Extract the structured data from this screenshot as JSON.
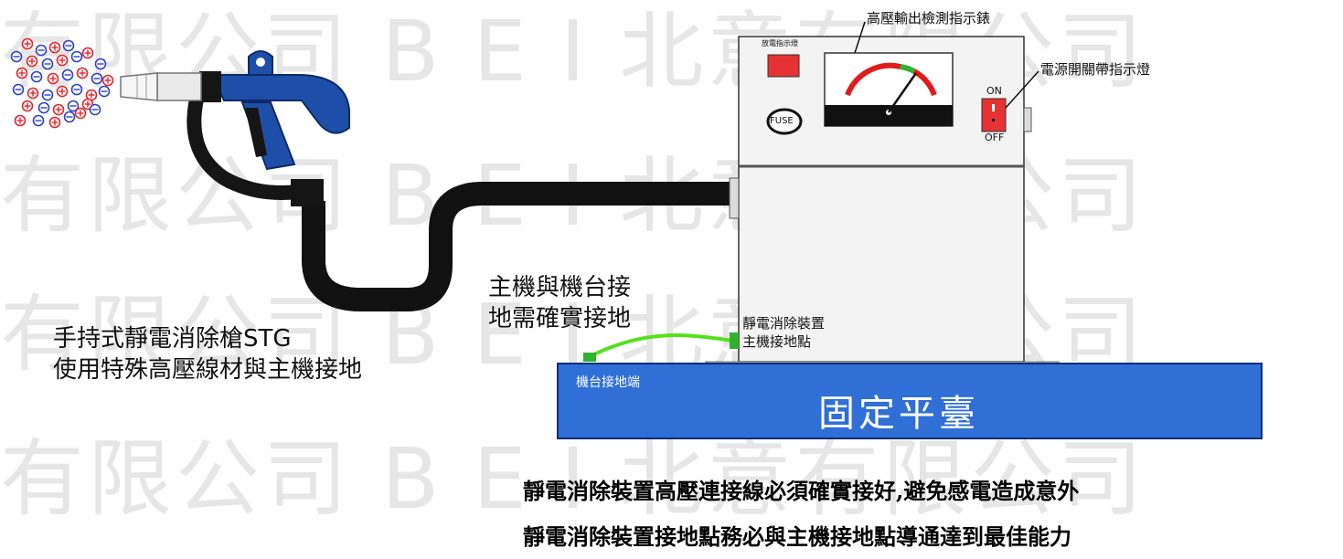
{
  "watermark": {
    "row1": "有限公司 B E I 北意有限公司",
    "row2": "有限公司 B E I 北意有限公司",
    "row3": "有限公司 B E I 北意有限公司",
    "row4": "有限公司 B E I 北意有限公司"
  },
  "labels": {
    "meter_callout": "高壓輸出檢測指示錶",
    "power_switch_callout": "電源開關帶指示燈",
    "small_indicator": "放電指示燈",
    "switch_on": "ON",
    "switch_off": "OFF",
    "fuse": "FUSE",
    "ground_note_line1": "主機與機台接",
    "ground_note_line2": "地需確實接地",
    "device_ground_line1": "靜電消除裝置",
    "device_ground_line2": "主機接地點",
    "gun_line1": "手持式靜電消除槍STG",
    "gun_line2": "使用特殊高壓線材與主機接地",
    "machine_ground_end": "機台接地端",
    "platform": "固定平臺"
  },
  "notes": {
    "line1": "靜電消除裝置高壓連接線必須確實接好,避免感電造成意外",
    "line2": "靜電消除裝置接地點務必與主機接地點導通達到最佳能力"
  },
  "colors": {
    "platform_blue": "#2f6fd6",
    "ground_wire": "#55e01c",
    "gun_blue": "#1d4fa8",
    "meter_red": "#e01b1b",
    "meter_green": "#2db32d",
    "positive_ion": "#e0262b",
    "negative_ion": "#2a3fd1"
  }
}
